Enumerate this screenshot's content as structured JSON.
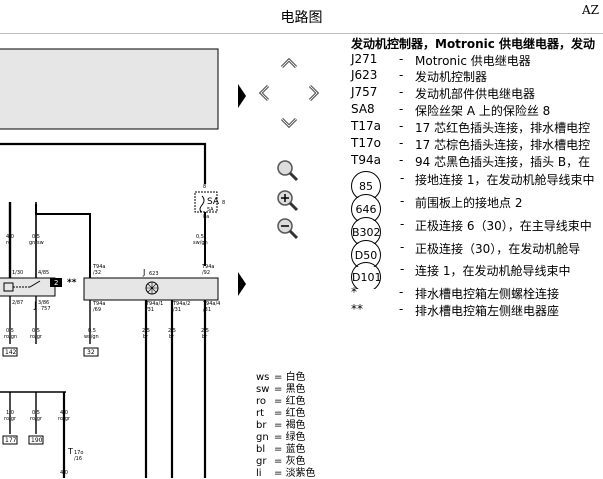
{
  "header": {
    "title": "电路图",
    "corner": "AZ"
  },
  "diagram": {
    "labels": {
      "sa8": "SA",
      "sa8_sub": "8",
      "sa8_amp": "5A",
      "j623": "J",
      "j623_sub": "623",
      "j757": "J",
      "j757_sub": "757",
      "tag2": "2",
      "stars": "**",
      "t17o": "T",
      "t17o_sub": "17o",
      "t17o_pin": "/16"
    },
    "wires": [
      {
        "id": "w1",
        "size": "4,0",
        "color": "ro"
      },
      {
        "id": "w2",
        "size": "0,5",
        "color": "gn/sw"
      },
      {
        "id": "w3",
        "size": "0,5",
        "color": "sw/gn"
      },
      {
        "id": "w4",
        "size": "0,5",
        "color": "ro/gn"
      },
      {
        "id": "w5",
        "size": "0,5",
        "color": "ro/gr"
      },
      {
        "id": "w6",
        "size": "0,5",
        "color": "ws/gn"
      },
      {
        "id": "w7",
        "size": "2,5",
        "color": "br"
      },
      {
        "id": "w8",
        "size": "2,5",
        "color": "br"
      },
      {
        "id": "w9",
        "size": "2,5",
        "color": "br"
      },
      {
        "id": "w10",
        "size": "1,0",
        "color": "ro/gr"
      },
      {
        "id": "w11",
        "size": "0,5",
        "color": "ro/gr"
      },
      {
        "id": "w12",
        "size": "4,0",
        "color": "ro/gr"
      },
      {
        "id": "w13",
        "size": "4,0",
        "color": ""
      }
    ],
    "pins": [
      "1/30",
      "4/85",
      "T94a",
      "/32",
      "T94a",
      "/92",
      "2/87",
      "3/86",
      "T94a",
      "/69",
      "T94a/1",
      "/31",
      "T94a/2",
      "/31",
      "T94a/4",
      "/31",
      "8",
      "8a"
    ],
    "refs": [
      "142",
      "32",
      "177",
      "190"
    ]
  },
  "legend": {
    "title": "发动机控制器，Motronic 供电继电器，发动",
    "items": [
      {
        "code": "J271",
        "dash": "-",
        "desc": "Motronic 供电继电器"
      },
      {
        "code": "J623",
        "dash": "-",
        "desc": "发动机控制器"
      },
      {
        "code": "J757",
        "dash": "-",
        "desc": "发动机部件供电继电器"
      },
      {
        "code": "SA8",
        "dash": "-",
        "desc": "保险丝架 A 上的保险丝 8"
      },
      {
        "code": "T17a",
        "dash": "-",
        "desc": "17 芯红色插头连接，排水槽电控"
      },
      {
        "code": "T17o",
        "dash": "-",
        "desc": "17 芯棕色插头连接，排水槽电控"
      },
      {
        "code": "T94a",
        "dash": "-",
        "desc": "94 芯黑色插头连接，插头 B，在"
      }
    ],
    "circles": [
      {
        "code": "85",
        "desc": "接地连接 1，在发动机舱导线束中"
      },
      {
        "code": "646",
        "desc": "前围板上的接地点 2"
      },
      {
        "code": "B302",
        "desc": "正极连接 6（30），在主导线束中"
      },
      {
        "code": "D50",
        "desc": "正极连接（30），在发动机舱导"
      },
      {
        "code": "D101",
        "desc": "连接 1，在发动机舱导线束中"
      }
    ],
    "notes": [
      {
        "code": "*",
        "dash": "-",
        "desc": "排水槽电控箱左侧螺栓连接"
      },
      {
        "code": "**",
        "dash": "-",
        "desc": "排水槽电控箱左侧继电器座"
      }
    ]
  },
  "colors": [
    {
      "abbr": "ws",
      "name": "白色"
    },
    {
      "abbr": "sw",
      "name": "黑色"
    },
    {
      "abbr": "ro",
      "name": "红色"
    },
    {
      "abbr": "rt",
      "name": "红色"
    },
    {
      "abbr": "br",
      "name": "褐色"
    },
    {
      "abbr": "gn",
      "name": "绿色"
    },
    {
      "abbr": "bl",
      "name": "蓝色"
    },
    {
      "abbr": "gr",
      "name": "灰色"
    },
    {
      "abbr": "li",
      "name": "淡紫色"
    }
  ],
  "icons": {
    "pan_up": "chevron-up-icon",
    "pan_left": "chevron-left-icon",
    "pan_right": "chevron-right-icon",
    "pan_down": "chevron-down-icon",
    "zoom_fit": "magnifier-icon",
    "zoom_in": "zoom-in-icon",
    "zoom_out": "zoom-out-icon",
    "expand": "triangle-right-icon"
  }
}
